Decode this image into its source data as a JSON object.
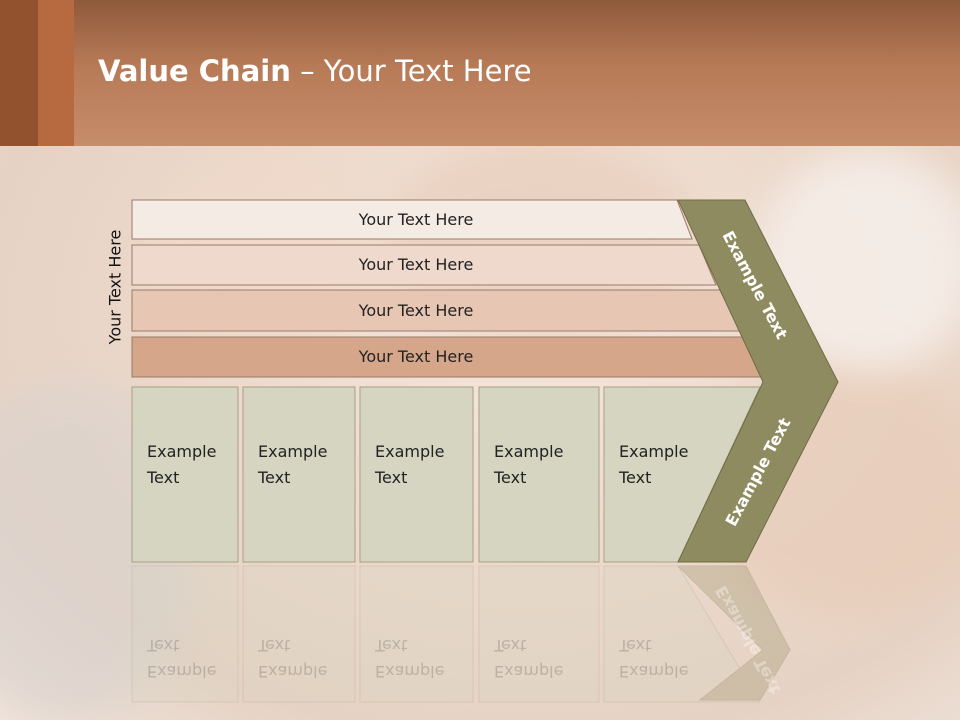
{
  "title": {
    "bold": "Value Chain",
    "rest": " – Your Text Here"
  },
  "vertical_label": "Your Text Here",
  "rows": [
    {
      "label": "Your Text Here",
      "fill": "#f5ebe5"
    },
    {
      "label": "Your Text Here",
      "fill": "#eed9cc"
    },
    {
      "label": "Your Text Here",
      "fill": "#e7c6b4"
    },
    {
      "label": "Your Text Here",
      "fill": "#d6a68a"
    }
  ],
  "columns": [
    {
      "line1": "Example",
      "line2": "Text"
    },
    {
      "line1": "Example",
      "line2": "Text"
    },
    {
      "line1": "Example",
      "line2": "Text"
    },
    {
      "line1": "Example",
      "line2": "Text"
    },
    {
      "line1": "Example",
      "line2": "Text"
    }
  ],
  "chevron": {
    "top_label": "Example Text",
    "bottom_label": "Example Text",
    "fill": "#8f8b60"
  },
  "colors": {
    "column_fill": "#d6d5c1",
    "header": "#c68d6b",
    "accent": "#b76a40"
  }
}
